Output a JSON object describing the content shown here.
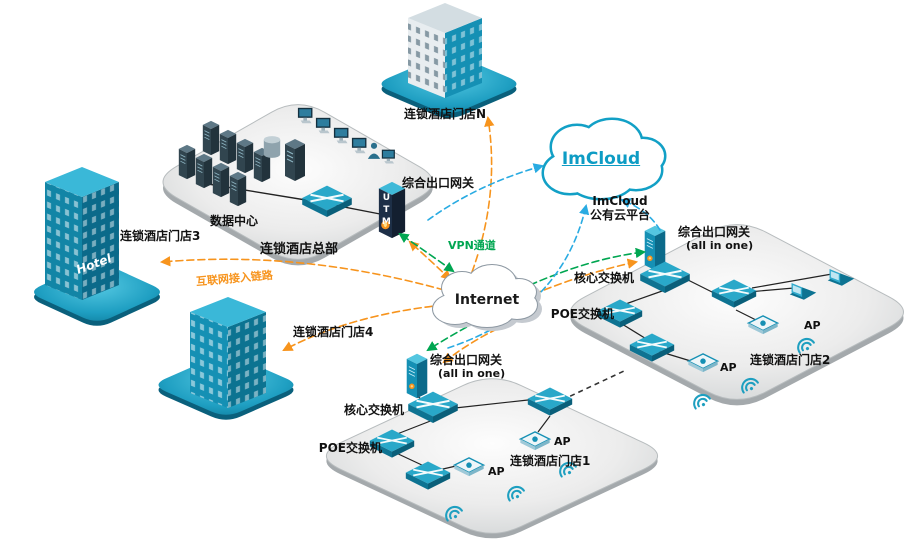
{
  "diagram": {
    "clouds": {
      "imcloud": {
        "title": "ImCloud",
        "caption1": "ImCloud",
        "caption2": "公有云平台"
      },
      "internet": {
        "title": "Internet"
      }
    },
    "links": {
      "vpn_label": "VPN通道",
      "internet_access_label": "互联网接入链路"
    },
    "headquarters": {
      "site_label": "连锁酒店总部",
      "datacenter_label": "数据中心",
      "gateway_label": "综合出口网关",
      "utm_label": "UTM"
    },
    "store_n": {
      "label": "连锁酒店门店N"
    },
    "store_3": {
      "label": "连锁酒店门店3",
      "building_sign": "Hotel"
    },
    "store_4": {
      "label": "连锁酒店门店4"
    },
    "store_2": {
      "label": "连锁酒店门店2",
      "gateway_label": "综合出口网关",
      "gateway_sub": "(all in one)",
      "core_switch_label": "核心交换机",
      "poe_switch_label": "POE交换机",
      "ap_label_1": "AP",
      "ap_label_2": "AP"
    },
    "store_1": {
      "label": "连锁酒店门店1",
      "gateway_label": "综合出口网关",
      "gateway_sub": "(all in one)",
      "core_switch_label": "核心交换机",
      "poe_switch_label": "POE交换机",
      "ap_label_1": "AP",
      "ap_label_2": "AP"
    },
    "colors": {
      "device_teal": "#1590b4",
      "link_orange": "#f7941d",
      "link_green": "#00a651",
      "link_cyan": "#29abe2"
    }
  }
}
